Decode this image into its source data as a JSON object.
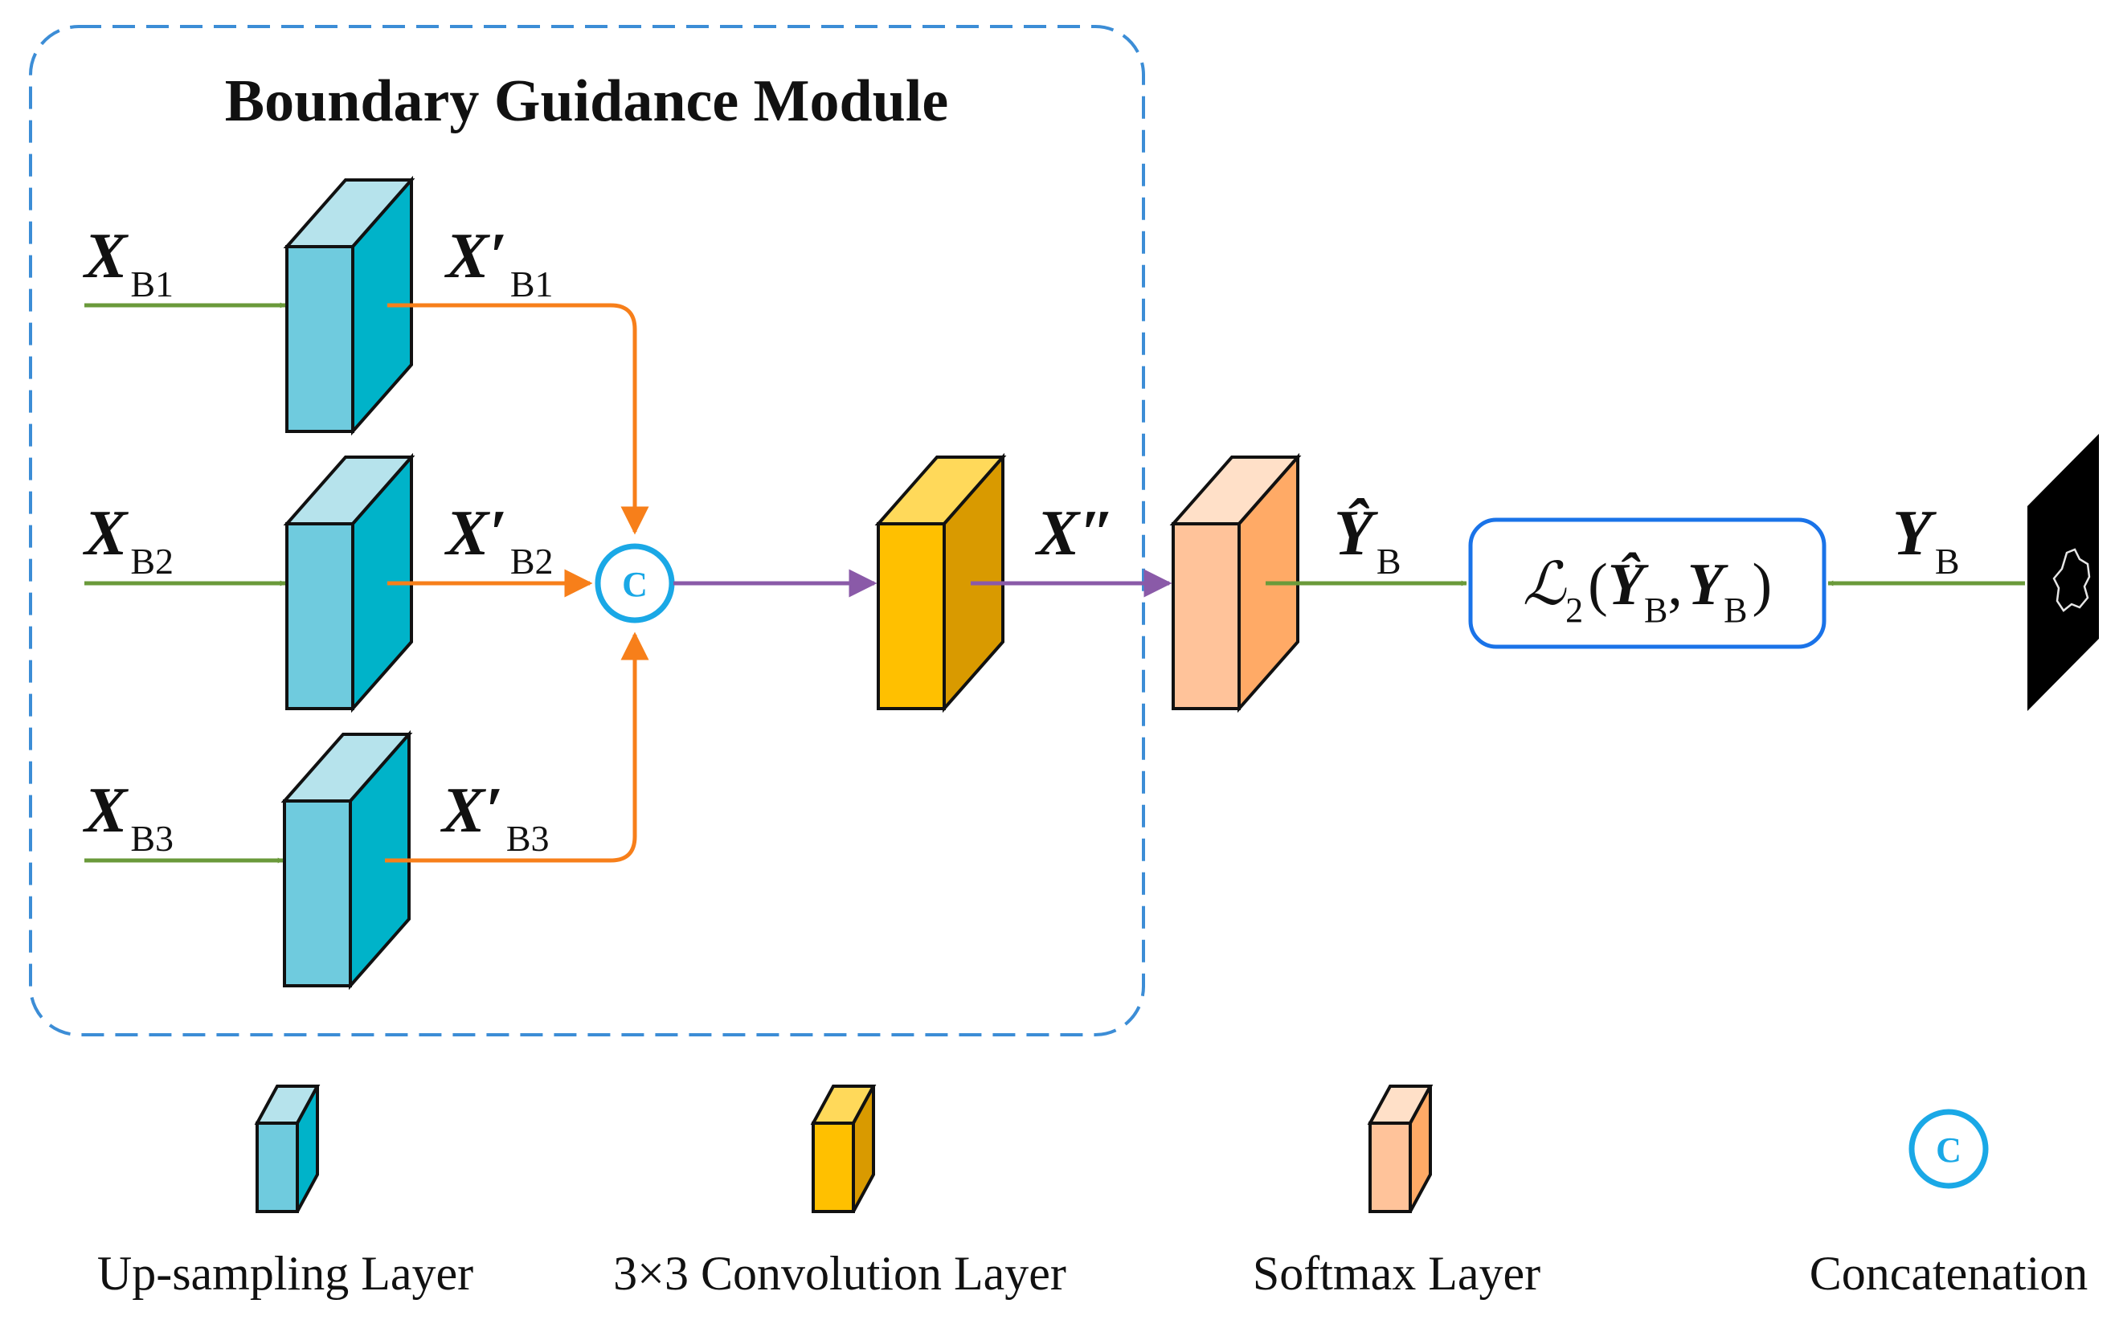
{
  "module": {
    "title": "Boundary Guidance Module"
  },
  "inputs": [
    {
      "symbol": "X",
      "subscript": "B1"
    },
    {
      "symbol": "X",
      "subscript": "B2"
    },
    {
      "symbol": "X",
      "subscript": "B3"
    }
  ],
  "upsampled": [
    {
      "symbol": "X′",
      "subscript": "B1"
    },
    {
      "symbol": "X′",
      "subscript": "B2"
    },
    {
      "symbol": "X′",
      "subscript": "B3"
    }
  ],
  "concat_glyph": "C",
  "conv_output": {
    "symbol": "X″"
  },
  "prediction": {
    "symbol": "Ŷ",
    "subscript": "B"
  },
  "ground_truth": {
    "symbol": "Y",
    "subscript": "B"
  },
  "loss": {
    "fn": "ℒ",
    "fn_sub": "2",
    "open": "(",
    "arg1": "Ŷ",
    "arg1_sub": "B",
    "comma": ",",
    "arg2": "Y",
    "arg2_sub": "B",
    "close": ")"
  },
  "legend": [
    {
      "label": "Up-sampling Layer",
      "icon": "blue-block-icon"
    },
    {
      "label": "3×3 Convolution Layer",
      "icon": "yellow-block-icon"
    },
    {
      "label": "Softmax Layer",
      "icon": "orange-block-icon"
    },
    {
      "label": "Concatenation",
      "icon": "concat-icon",
      "glyph": "C"
    }
  ],
  "colors": {
    "module_border": "#3c8dd6",
    "green_arrow": "#6a9a3a",
    "orange_arrow": "#f77f1a",
    "purple_arrow": "#8a5aa8",
    "concat": "#1aa8e6",
    "loss_box": "#1a73e8",
    "upsample_front": "#6fcbde",
    "upsample_side": "#00b3c9",
    "upsample_top": "#b6e3ec",
    "conv_front": "#ffc000",
    "conv_side": "#d99a00",
    "conv_top": "#ffd95a",
    "softmax_front": "#ffc39a",
    "softmax_side": "#ffaa66",
    "softmax_top": "#ffe0c8"
  }
}
